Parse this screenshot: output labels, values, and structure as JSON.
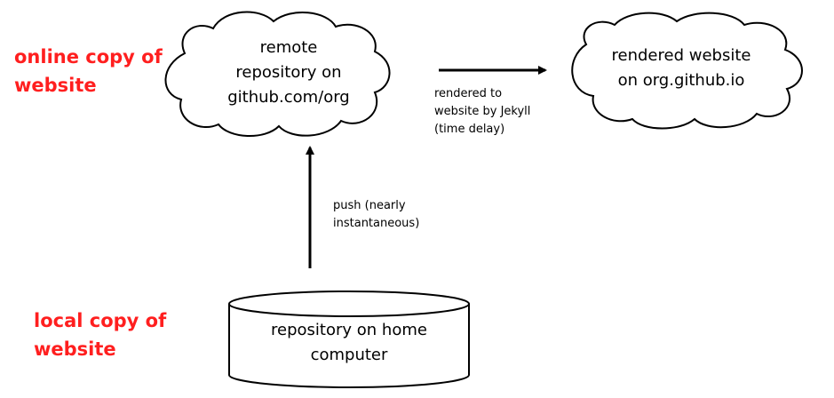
{
  "labels": {
    "online": [
      "online copy of",
      "website"
    ],
    "local": [
      "local copy of",
      "website"
    ]
  },
  "nodes": {
    "remote_repo": {
      "shape": "cloud",
      "lines": [
        "remote",
        "repository on",
        "github.com/org"
      ]
    },
    "rendered_site": {
      "shape": "cloud",
      "lines": [
        "rendered website",
        "on org.github.io"
      ]
    },
    "local_repo": {
      "shape": "cylinder",
      "lines": [
        "repository on home",
        "computer"
      ]
    }
  },
  "edges": {
    "render": {
      "from": "remote_repo",
      "to": "rendered_site",
      "lines": [
        "rendered to",
        "website by Jekyll",
        "(time delay)"
      ]
    },
    "push": {
      "from": "local_repo",
      "to": "remote_repo",
      "lines": [
        "push (nearly",
        "instantaneous)"
      ]
    }
  },
  "colors": {
    "label": "#ff1f1f",
    "stroke": "#000000",
    "fill": "#ffffff",
    "text": "#000000"
  }
}
